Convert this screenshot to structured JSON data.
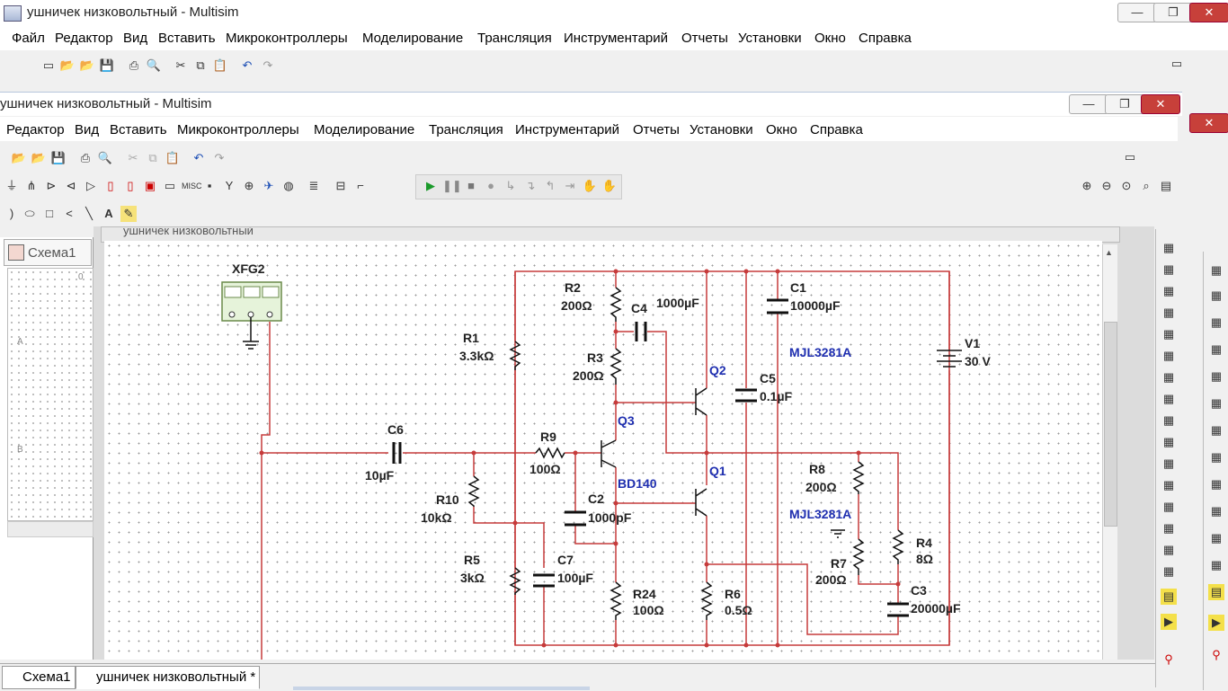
{
  "window": {
    "title": "ушничек низковольтный - Multisim",
    "min": "—",
    "max": "❐",
    "close": "✕"
  },
  "menu": [
    "Файл",
    "Редактор",
    "Вид",
    "Вставить",
    "Микроконтроллеры",
    "Моделирование",
    "Трансляция",
    "Инструментарий",
    "Отчеты",
    "Установки",
    "Окно",
    "Справка"
  ],
  "inner_window": {
    "title": "ушничек низковольтный - Multisim"
  },
  "inner_menu": [
    "Редактор",
    "Вид",
    "Вставить",
    "Микроконтроллеры",
    "Моделирование",
    "Трансляция",
    "Инструментарий",
    "Отчеты",
    "Установки",
    "Окно",
    "Справка"
  ],
  "schematic_header": "ушничек низковольтный",
  "left_panel": {
    "tab": "Схема1",
    "ruler_labels": [
      "0",
      "A",
      "B"
    ]
  },
  "bottom_tabs": [
    "Схема1",
    "ушничек низковольтный *"
  ],
  "components": {
    "xfg": "XFG2",
    "r1": {
      "name": "R1",
      "value": "3.3kΩ"
    },
    "r2": {
      "name": "R2",
      "value": "200Ω"
    },
    "r3": {
      "name": "R3",
      "value": "200Ω"
    },
    "r4": {
      "name": "R4",
      "value": "8Ω"
    },
    "r5": {
      "name": "R5",
      "value": "3kΩ"
    },
    "r6": {
      "name": "R6",
      "value": "0.5Ω"
    },
    "r7": {
      "name": "R7",
      "value": "200Ω"
    },
    "r8": {
      "name": "R8",
      "value": "200Ω"
    },
    "r9": {
      "name": "R9",
      "value": "100Ω"
    },
    "r10": {
      "name": "R10",
      "value": "10kΩ"
    },
    "r24": {
      "name": "R24",
      "value": "100Ω"
    },
    "c1": {
      "name": "C1",
      "value": "10000µF"
    },
    "c2": {
      "name": "C2",
      "value": "1000pF"
    },
    "c3": {
      "name": "C3",
      "value": "20000µF"
    },
    "c4": {
      "name": "C4",
      "value": "1000µF"
    },
    "c5": {
      "name": "C5",
      "value": "0.1µF"
    },
    "c6": {
      "name": "C6",
      "value": "10µF"
    },
    "c7": {
      "name": "C7",
      "value": "100µF"
    },
    "v1": {
      "name": "V1",
      "value": "30 V"
    },
    "q1": "Q1",
    "q2": "Q2",
    "q3": "Q3",
    "part_q3": "BD140",
    "part_q2": "MJL3281A",
    "part_q1": "MJL3281A"
  },
  "colors": {
    "wire": "#c63b3b",
    "part_label": "#1f2fb0",
    "close": "#c7403a"
  }
}
